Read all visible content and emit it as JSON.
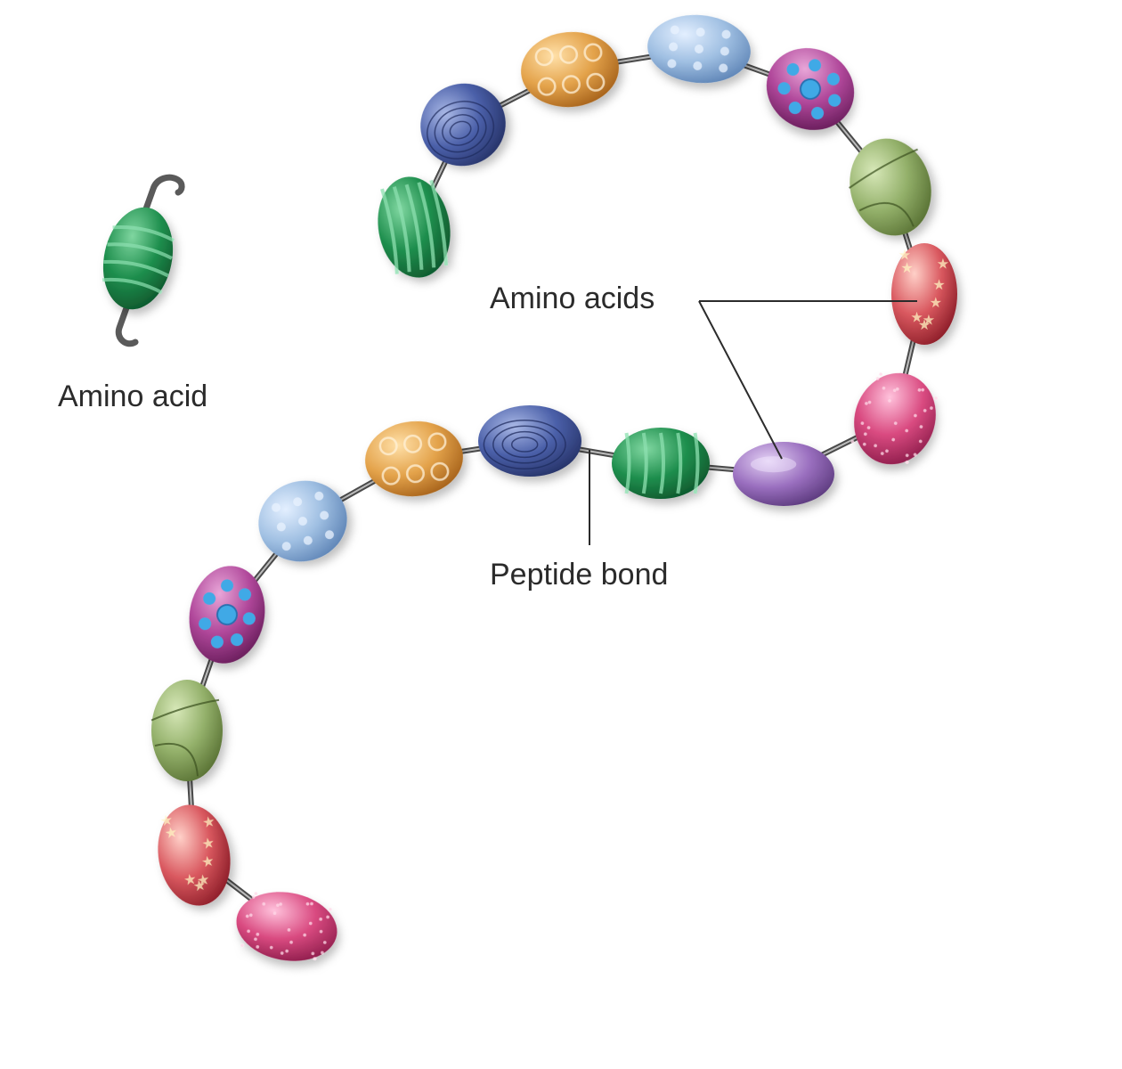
{
  "labels": {
    "single": "Amino acid",
    "group": "Amino acids",
    "bond": "Peptide bond"
  },
  "colors": {
    "green": "#1f8f4e",
    "blue": "#4a5fa8",
    "orange": "#e3a24a",
    "lightblue": "#9fbfe2",
    "purpleDots": "#b0479a",
    "olive": "#93b06a",
    "red": "#d9585f",
    "pink": "#d94a80",
    "violet": "#9a6fbf",
    "chain": "#4a4a4a"
  },
  "beads": [
    {
      "type": "green"
    },
    {
      "type": "blue"
    },
    {
      "type": "orange"
    },
    {
      "type": "lightblue"
    },
    {
      "type": "purpleDots"
    },
    {
      "type": "olive"
    },
    {
      "type": "red"
    },
    {
      "type": "pink"
    },
    {
      "type": "violet"
    },
    {
      "type": "green"
    },
    {
      "type": "blue"
    },
    {
      "type": "orange"
    },
    {
      "type": "lightblue"
    },
    {
      "type": "purpleDots"
    },
    {
      "type": "olive"
    },
    {
      "type": "red"
    },
    {
      "type": "pink"
    }
  ]
}
